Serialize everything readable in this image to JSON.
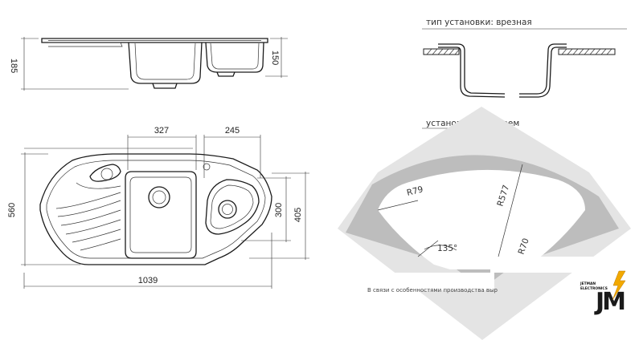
{
  "dimensions": {
    "height_side": "185",
    "depth_side": "150",
    "width_bowl": "327",
    "width_small": "245",
    "depth_total": "560",
    "depth_small": "300",
    "depth_mid": "405",
    "width_total": "1039"
  },
  "install": {
    "type_label": "тип установки: врезная",
    "cutout_label": "установочный проем"
  },
  "cutout": {
    "r_inner": "R79",
    "r_big": "R577",
    "r_corner": "R70",
    "angle": "135°"
  },
  "note": "В связи с особенностями производства выр",
  "logo": {
    "line1": "JETMAN",
    "line2": "ELECTRONICS",
    "mark": "JM"
  }
}
